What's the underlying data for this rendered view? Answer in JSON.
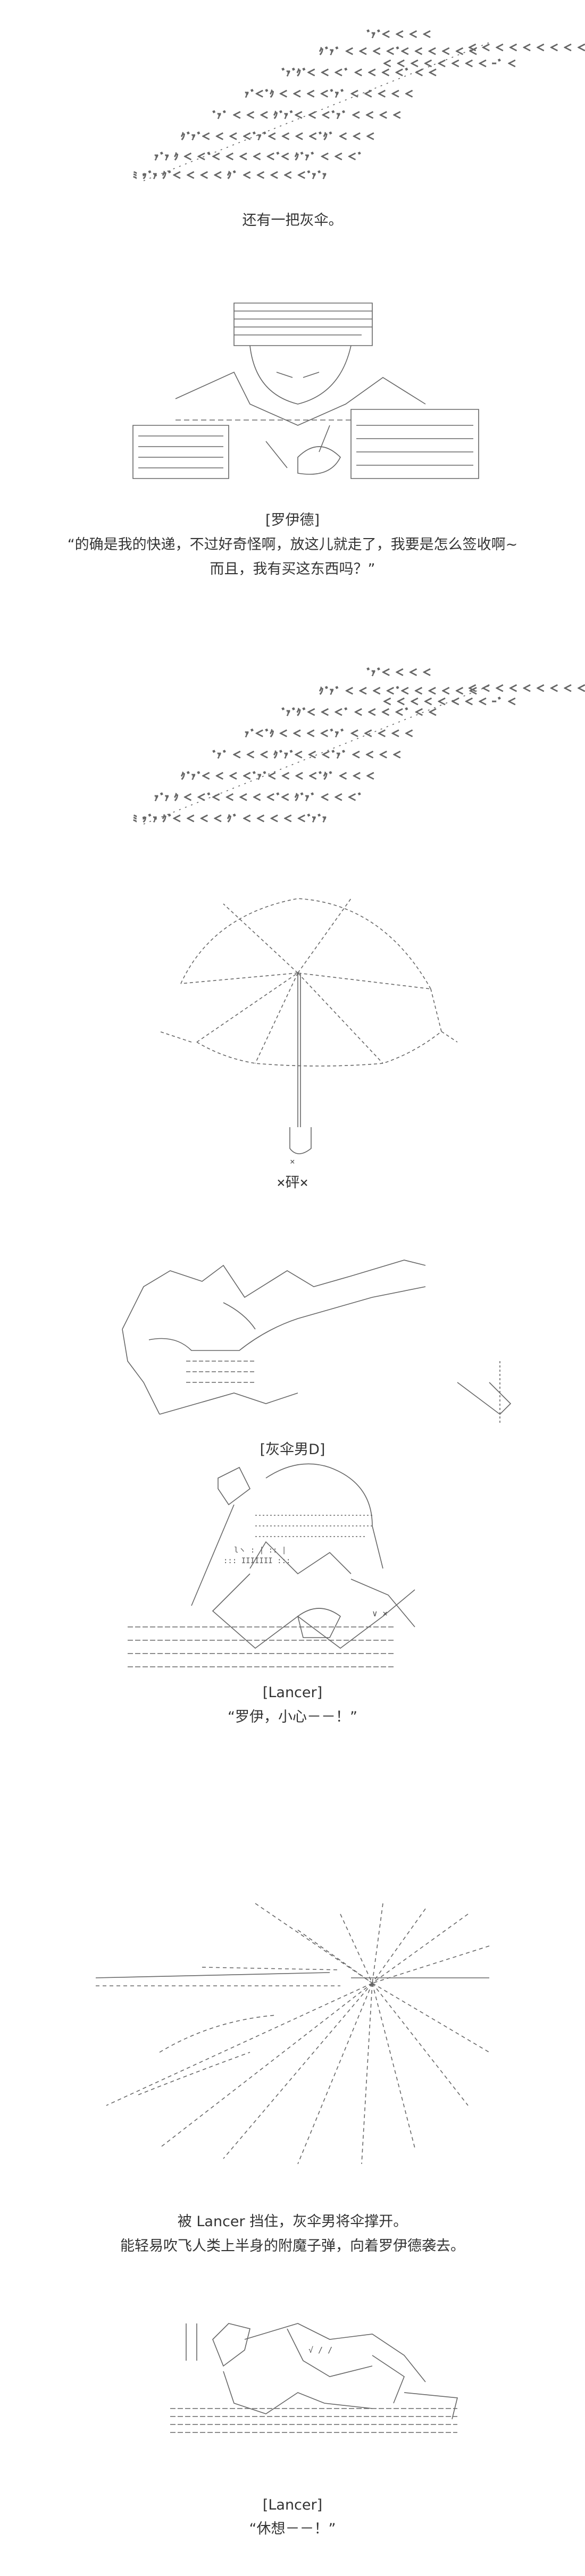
{
  "captions": {
    "c1": "还有一把灰伞。",
    "c2": "[罗伊德]",
    "c3": "“的确是我的快递，不过好奇怪啊，放这儿就走了，我要是怎么签收啊~",
    "c4": "而且，我有买这东西吗？”",
    "c5": "×砰×",
    "c6": "[灰伞男D]",
    "c7": "[Lancer]",
    "c8": "“罗伊，小心－－！”",
    "c9": "被 Lancer 挡住，灰伞男将伞撑开。",
    "c10": "能轻易吹飞人类上半身的附魔子弹，向着罗伊德袭去。",
    "c11": "[Lancer]",
    "c12": "“休想－－！”"
  },
  "colors": {
    "background": "#ffffff",
    "text": "#333333",
    "ascii_art": "#555555"
  }
}
